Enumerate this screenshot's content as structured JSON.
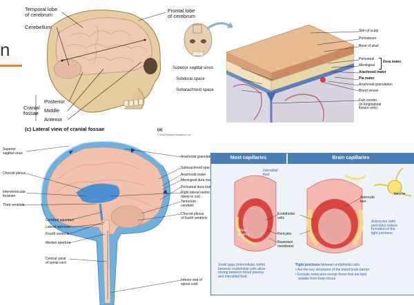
{
  "top_left": {
    "temporal_lobe": "Temporal lobe\nof cerebrum",
    "frontal_lobe": "Frontal lobe\nof cerebrum",
    "cerebellum": "Cerebellum",
    "posterior": "Posterior",
    "cranial_fossae": "Cranial\nfossae",
    "middle": "Middle",
    "anterior": "Anterior",
    "caption": "(c) Lateral view of cranial fossae"
  },
  "slide_fragment": "n",
  "meninges": {
    "left_labels": [
      "Superior sagittal sinus",
      "Subdural space",
      "Subarachnoid space"
    ],
    "right_labels": [
      {
        "text": "Skin of scalp"
      },
      {
        "text": "Periosteum"
      },
      {
        "text": "Bone of skull"
      },
      {
        "text": "Periosteal"
      },
      {
        "text": "Meningeal"
      },
      {
        "text": "Arachnoid mater"
      },
      {
        "text": "Pia mater"
      },
      {
        "text": "Arachnoid granulation"
      },
      {
        "text": "Blood vessel"
      },
      {
        "text": "Falx cerebri\n(in longitudinal\nfissure only)"
      }
    ],
    "dura": "Dura mater",
    "part": "(a)",
    "copyright": "© 2016 Pearson Education, Inc."
  },
  "sagittal": {
    "left_labels": [
      "Superior\nsagittal sinus",
      "Choroid plexus",
      "Interventricular\nforamen",
      "Third ventricle",
      "Cerebral aqueduct",
      "Lateral aperture",
      "Fourth ventricle",
      "Median aperture",
      "Central canal\nof spinal cord"
    ],
    "right_labels": [
      "Arachnoid granulation",
      "Subarachnoid space",
      "Arachnoid mater",
      "Meningeal dura mater",
      "Periosteal dura mater",
      "Right lateral ventricle\n(deep to cut)",
      "Tentorium\ncerebelli",
      "Choroid plexus\nof fourth ventricle",
      "Inferior end of\nspinal cord"
    ]
  },
  "capillaries": {
    "most_title": "Most capillaries",
    "brain_title": "Brain capillaries",
    "interstitial": "Interstitial\nfluid",
    "blood_plasma": "Blood\nplasma",
    "endothelial": "Endothelial\ncells",
    "pericytes": "Pericytes",
    "basement": "Basement\nmembrane",
    "astrocyte": "Astrocyte\nfeet",
    "neuron": "Neuron",
    "astro_note": "Astrocytes (with\npericytes) induce\nformation of the\ntight junctions.",
    "most_caption": "Small gaps (intercellular clefts)\nbetween endothelial cells allow\nmixing between blood plasma\nand interstitial fluid.",
    "brain_caption_title": "Tight junctions",
    "brain_caption_rest": " between endothelial cells:",
    "brain_bullets": [
      "• Are the key structures of the blood brain barrier",
      "• Exclude molecules except those that are lipid\n   soluble from brain tissue"
    ]
  }
}
